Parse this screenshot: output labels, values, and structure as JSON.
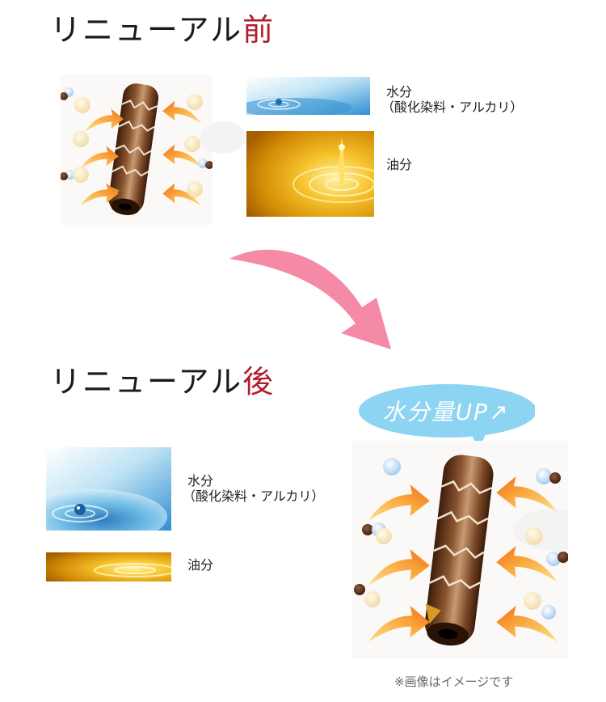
{
  "before": {
    "heading_prefix": "リニューアル",
    "heading_accent": "前",
    "water_label": "水分",
    "water_sublabel": "（酸化染料・アルカリ）",
    "oil_label": "油分"
  },
  "after": {
    "heading_prefix": "リニューアル",
    "heading_accent": "後",
    "water_label": "水分",
    "water_sublabel": "（酸化染料・アルカリ）",
    "oil_label": "油分",
    "bubble_text": "水分量UP",
    "bubble_arrow": "↗"
  },
  "note": "※画像はイメージです",
  "colors": {
    "accent": "#b01c2e",
    "big_arrow": "#f58aa6",
    "bubble": "#8dd3f2",
    "orange_arrow": "#f7931e",
    "hair": "#6b3b1e"
  },
  "icons": {
    "transition": "curved-arrow-down-icon",
    "hair": "hair-strand-illustration",
    "water": "water-drop-photo",
    "oil": "oil-drop-photo"
  }
}
